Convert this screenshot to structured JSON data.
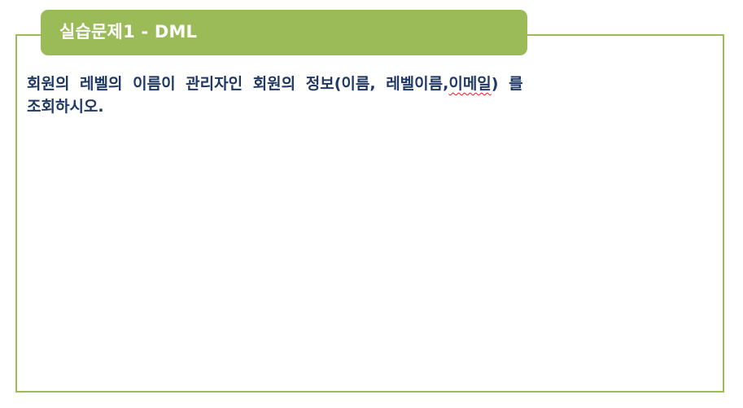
{
  "title": "실습문제1 - DML",
  "question": {
    "before": "회원의 레벨의 이름이 관리자인 회원의 정보(이름, 레벨이름,",
    "flagged_word": "이메일",
    "after": ") 를",
    "line2": "조회하시오."
  },
  "colors": {
    "accent": "#9bbb59",
    "text": "#1f3864",
    "spellcheck": "#e02020"
  }
}
